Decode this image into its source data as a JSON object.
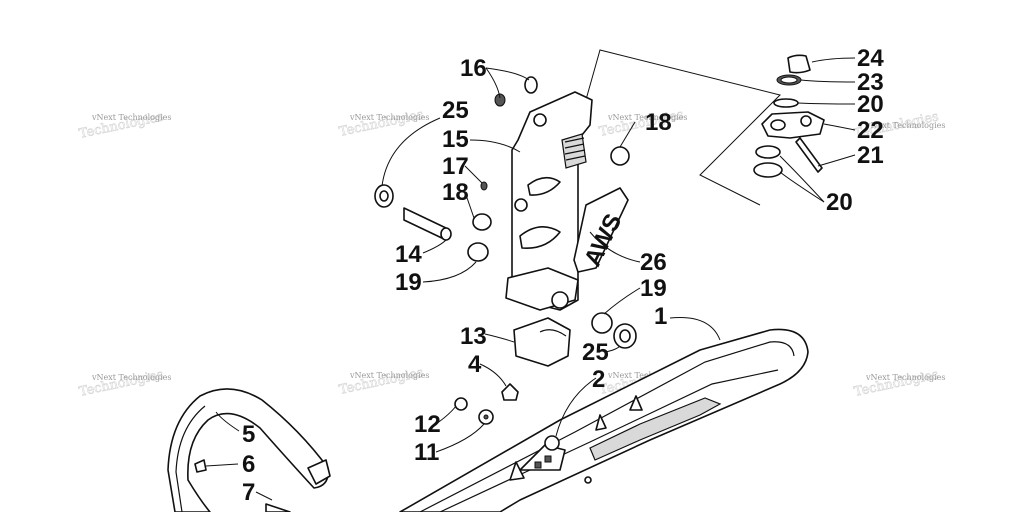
{
  "callouts": [
    "16",
    "25",
    "15",
    "17",
    "18",
    "18",
    "14",
    "19",
    "19",
    "26",
    "1",
    "13",
    "4",
    "25",
    "2",
    "12",
    "11",
    "5",
    "6",
    "7",
    "24",
    "23",
    "20",
    "22",
    "21",
    "20"
  ],
  "decal_text": "AWS",
  "watermark": "vNext Technologies"
}
